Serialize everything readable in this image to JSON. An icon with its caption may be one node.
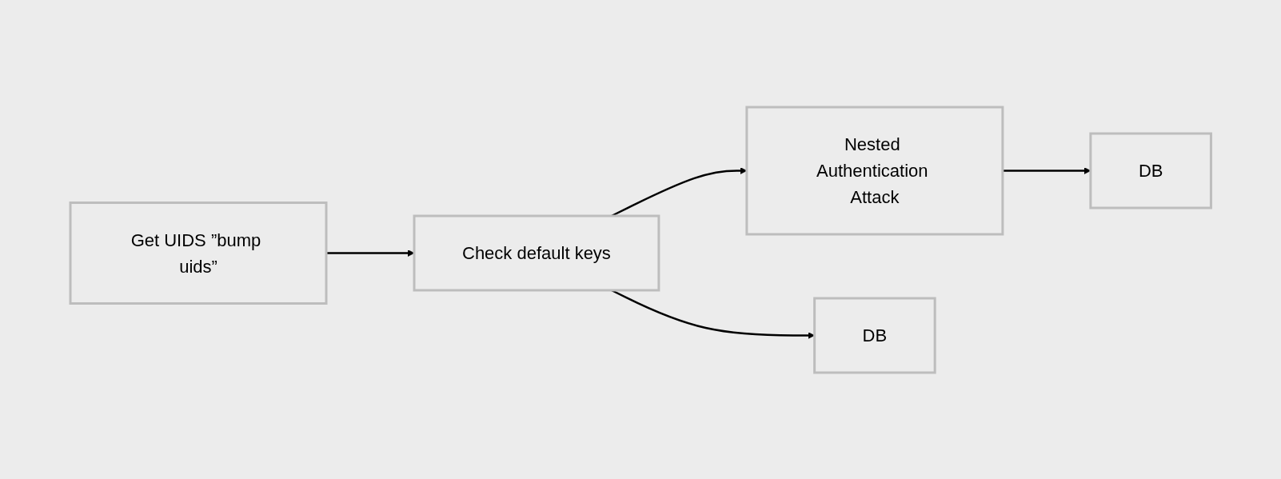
{
  "diagram": {
    "nodes": [
      {
        "text": [
          "Get UIDS ”bump uids”"
        ]
      },
      {
        "text": [
          "Check default keys"
        ]
      },
      {
        "text": [
          "Nested Authentication Attack"
        ]
      },
      {
        "text": [
          "DB"
        ]
      },
      {
        "text": [
          "DB"
        ]
      }
    ],
    "edges": [
      {
        "from": 0,
        "to": 1,
        "arrow": "to"
      },
      {
        "from": 1,
        "to": 2,
        "arrow": "to"
      },
      {
        "from": 1,
        "to": 3,
        "arrow": "to"
      },
      {
        "from": 2,
        "to": 4,
        "arrow": "to"
      }
    ]
  }
}
